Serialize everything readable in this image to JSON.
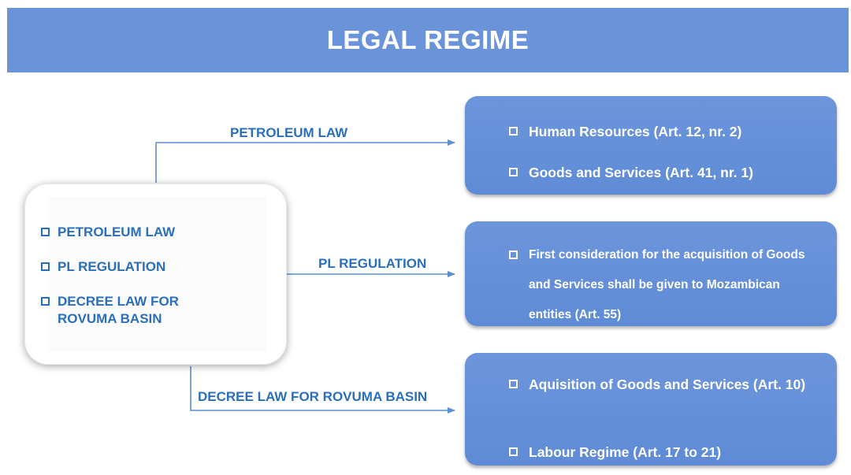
{
  "title": "LEGAL REGIME",
  "colors": {
    "banner": "#6b93d9",
    "box": "#6b93d9",
    "accent_text": "#2a6fbc",
    "connector": "#5b8fd4"
  },
  "source": {
    "items": [
      "PETROLEUM LAW",
      "PL REGULATION",
      "DECREE LAW FOR ROVUMA BASIN"
    ]
  },
  "arrows": {
    "petroleum_law": "PETROLEUM LAW",
    "pl_regulation": "PL REGULATION",
    "decree_law": "DECREE LAW FOR ROVUMA BASIN"
  },
  "boxes": {
    "petroleum_law": {
      "items": [
        "Human Resources (Art. 12, nr. 2)",
        "Goods and Services (Art. 41, nr. 1)"
      ]
    },
    "pl_regulation": {
      "items": [
        "First consideration for  the acquisition of Goods and Services shall be given to Mozambican entities (Art. 55)"
      ]
    },
    "decree_law": {
      "items": [
        "Aquisition of Goods and Services (Art. 10)",
        "Labour Regime (Art. 17 to 21)"
      ]
    }
  }
}
